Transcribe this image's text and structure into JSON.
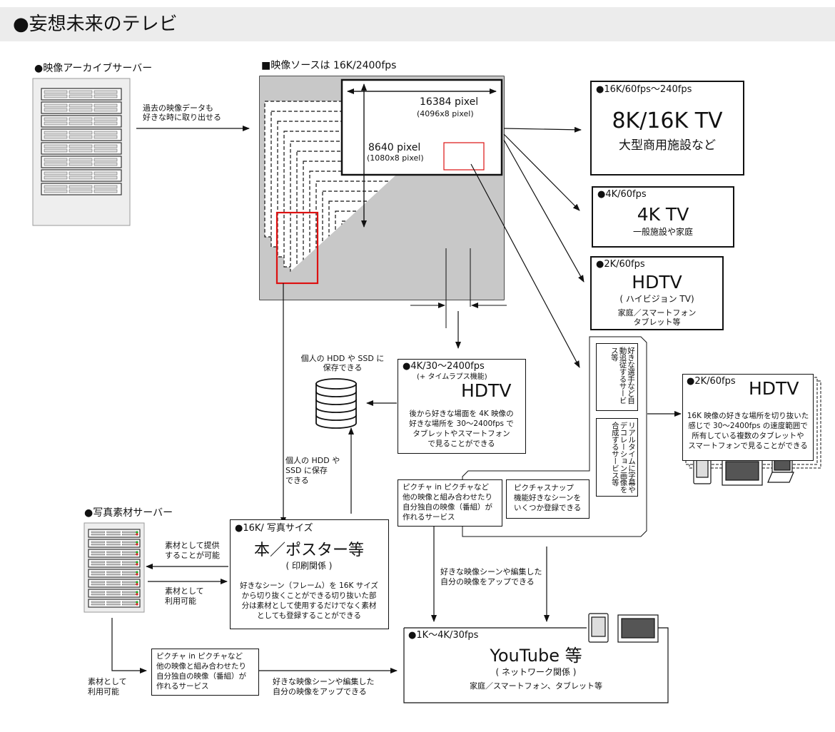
{
  "title": "●妄想未来のテレビ",
  "archive": {
    "label": "●映像アーカイブサーバー",
    "arrow_note": [
      "過去の映像データも",
      "好きな時に取り出せる"
    ]
  },
  "source": {
    "label": "■映像ソースは 16K/2400fps",
    "width_px": "16384 pixel",
    "width_sub": "(4096x8 pixel)",
    "height_px": "8640 pixel",
    "height_sub": "(1080x8 pixel)"
  },
  "tv16k": {
    "spec": "●16K/60fps〜240fps",
    "name": "8K/16K TV",
    "desc": "大型商用施設など"
  },
  "tv4k": {
    "spec": "●4K/60fps",
    "name": "4K TV",
    "desc": "一般施設や家庭"
  },
  "tv2k": {
    "spec": "●2K/60fps",
    "name": "HDTV",
    "sub": "( ハイビジョン TV)",
    "desc1": "家庭／スマートフォン",
    "desc2": "タブレット等"
  },
  "timelapse": {
    "spec": "●4K/30〜2400fps",
    "sub": "(+ タイムラプス機能)",
    "name": "HDTV",
    "desc": [
      "後から好きな場面を 4K 映像の",
      "好きな場所を 30〜2400fps で",
      "タブレットやスマートフォン",
      "で見ることができる"
    ]
  },
  "hdd": {
    "note_top": [
      "個人の HDD や SSD に",
      "保存できる"
    ],
    "note_side": [
      "個人の HDD や",
      "SSD に保存",
      "できる"
    ]
  },
  "service_box": {
    "vert1": "好きな選手など自動追従するサービス等",
    "vert2": "リアルタイムに字幕やデコレーション画像を合成するサービス等",
    "pip": [
      "ピクチャ in ピクチャなど",
      "他の映像と組み合わせたり",
      "自分独自の映像（番組）が",
      "作れるサービス"
    ],
    "snap": [
      "ピクチャスナップ",
      "機能好きなシーンを",
      "いくつか登録できる"
    ]
  },
  "multi": {
    "spec": "●2K/60fps",
    "name": "HDTV",
    "desc": [
      "16K 映像の好きな場所を切り抜いた",
      "感じで 30〜2400fps の速度範囲で",
      "所有している複数のタブレットや",
      "スマートフォンで見ることができる"
    ]
  },
  "photo_server": {
    "label": "●写真素材サーバー",
    "note_provide": [
      "素材として提供",
      "することが可能"
    ],
    "note_use": [
      "素材として",
      "利用可能"
    ],
    "note_use2": [
      "素材として",
      "利用可能"
    ]
  },
  "print": {
    "spec": "●16K/ 写真サイズ",
    "name": "本／ポスター等",
    "sub": "( 印刷関係 )",
    "desc": [
      "好きなシーン（フレーム）を 16K サイズ",
      "から切り抜くことができる切り抜いた部",
      "分は素材として使用するだけでなく素材",
      "としても登録することができる"
    ]
  },
  "upload_note": [
    "好きな映像シーンや編集した",
    "自分の映像をアップできる"
  ],
  "pip2": [
    "ピクチャ in ピクチャなど",
    "他の映像と組み合わせたり",
    "自分独自の映像（番組）が",
    "作れるサービス"
  ],
  "upload_note2": [
    "好きな映像シーンや編集した",
    "自分の映像をアップできる"
  ],
  "youtube": {
    "spec": "●1K〜4K/30fps",
    "name": "YouTube 等",
    "sub": "( ネットワーク関係 )",
    "desc": "家庭／スマートフォン、タブレット等"
  }
}
